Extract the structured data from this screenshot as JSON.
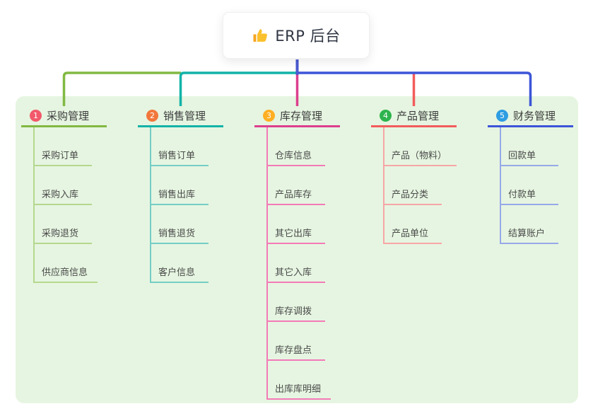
{
  "root": {
    "title": "ERP 后台",
    "icon": "thumbs-up-icon"
  },
  "colors": {
    "panel_bg": "#e6f5e1",
    "root_stem": "#4a5ad0",
    "branch1_line": "#82b943",
    "branch1_child_line": "#b5d88e",
    "branch1_badge": "#f2596b",
    "branch2_line": "#12b3a8",
    "branch2_child_line": "#74cec5",
    "branch2_badge": "#f2773b",
    "branch3_line": "#dc3f8e",
    "branch3_child_line": "#f37ab7",
    "branch3_badge": "#ffaf24",
    "branch4_line": "#f25c5c",
    "branch4_child_line": "#f7a6a6",
    "branch4_badge": "#2eb44e",
    "branch5_line": "#3c55d8",
    "branch5_child_line": "#97a9e8",
    "branch5_badge": "#2e9de2",
    "title_text": "#3c3c3c",
    "child_text": "#4a4a4a"
  },
  "branches": [
    {
      "num": "1",
      "title": "采购管理",
      "children": [
        "采购订单",
        "采购入库",
        "采购退货",
        "供应商信息"
      ]
    },
    {
      "num": "2",
      "title": "销售管理",
      "children": [
        "销售订单",
        "销售出库",
        "销售退货",
        "客户信息"
      ]
    },
    {
      "num": "3",
      "title": "库存管理",
      "children": [
        "仓库信息",
        "产品库存",
        "其它出库",
        "其它入库",
        "库存调拨",
        "库存盘点",
        "出库库明细"
      ]
    },
    {
      "num": "4",
      "title": "产品管理",
      "children": [
        "产品（物料）",
        "产品分类",
        "产品单位"
      ]
    },
    {
      "num": "5",
      "title": "财务管理",
      "children": [
        "回款单",
        "付款单",
        "结算账户"
      ]
    }
  ]
}
